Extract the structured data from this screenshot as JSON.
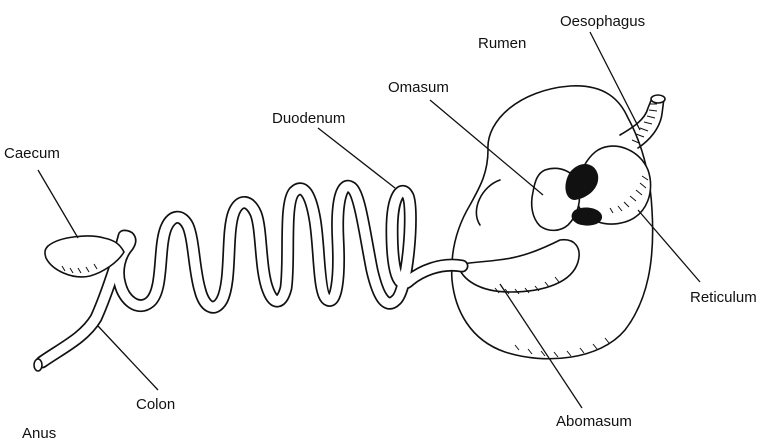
{
  "labels": {
    "oesophagus": "Oesophagus",
    "rumen": "Rumen",
    "omasum": "Omasum",
    "duodenum": "Duodenum",
    "caecum": "Caecum",
    "reticulum": "Reticulum",
    "colon": "Colon",
    "abomasum": "Abomasum",
    "anus": "Anus"
  },
  "colors": {
    "ink": "#111111",
    "background": "#ffffff"
  }
}
